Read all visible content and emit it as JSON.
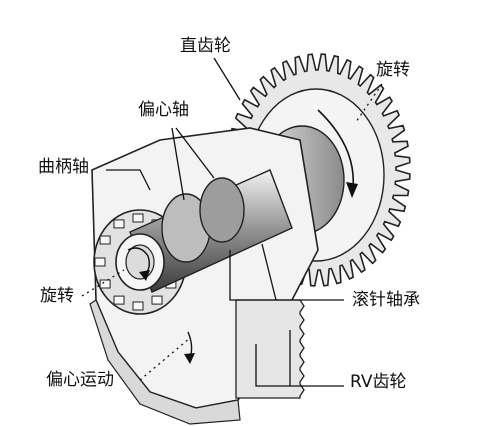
{
  "labels": {
    "spur_gear": "直齿轮",
    "rotation_top": "旋转",
    "eccentric_shaft": "偏心轴",
    "crank_shaft": "曲柄轴",
    "rotation_left": "旋转",
    "needle_bearing": "滚针轴承",
    "eccentric_motion": "偏心运动",
    "rv_gear": "RV齿轮"
  },
  "colors": {
    "ink": "#111111",
    "light_fill": "#eeeeee",
    "mid_fill": "#cfcfcf",
    "dark_fill": "#7a7a7a",
    "shadow_fill": "#555555"
  }
}
